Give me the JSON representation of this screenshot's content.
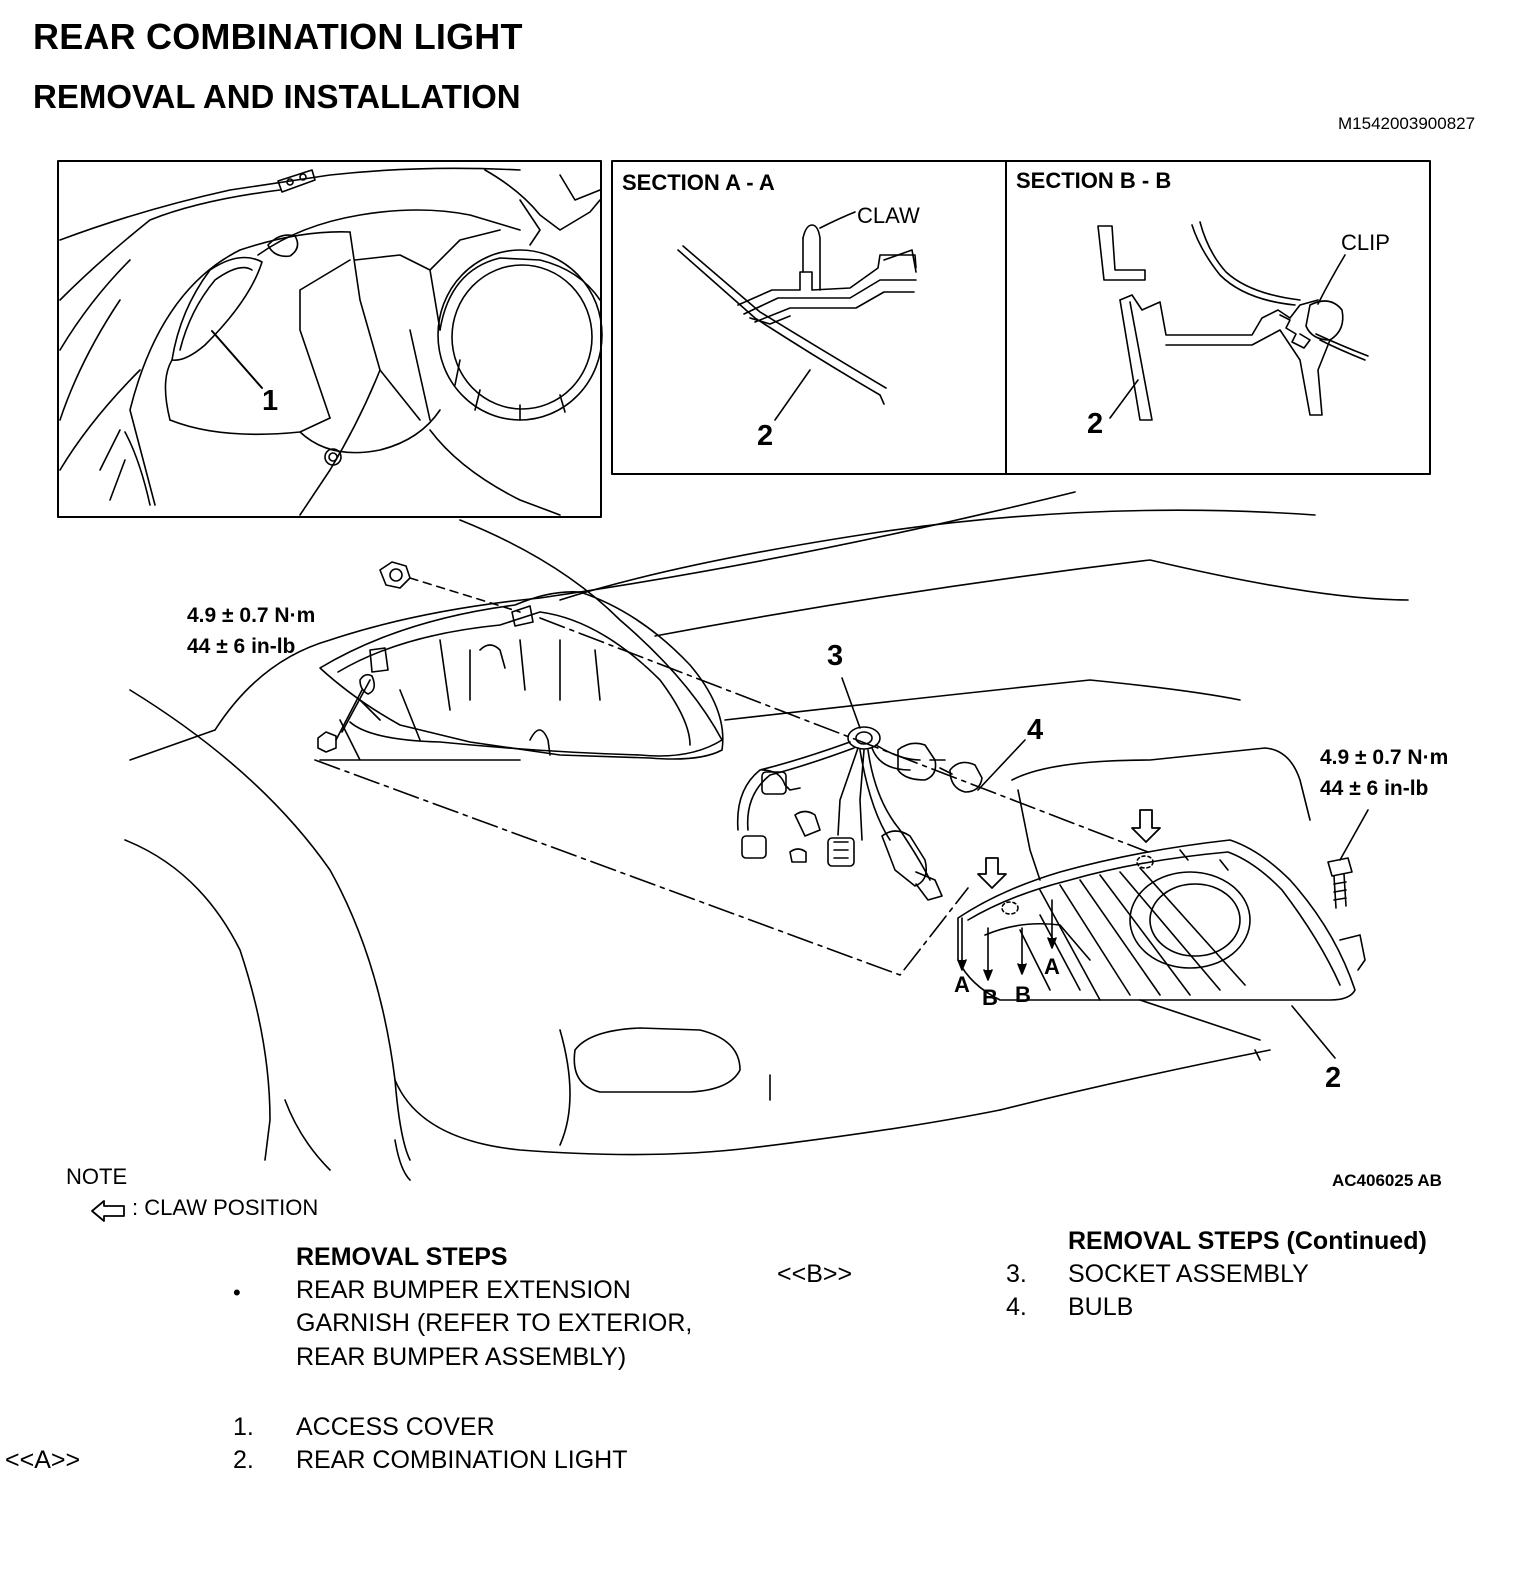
{
  "header": {
    "title": "REAR COMBINATION LIGHT",
    "subtitle": "REMOVAL AND INSTALLATION",
    "doc_id": "M1542003900827"
  },
  "inset_main": {
    "callout": "1"
  },
  "section_a": {
    "title": "SECTION A - A",
    "claw_label": "CLAW",
    "callout": "2"
  },
  "section_b": {
    "title": "SECTION B - B",
    "clip_label": "CLIP",
    "callout": "2"
  },
  "main_diagram": {
    "torque_left_1": "4.9 ± 0.7 N·m",
    "torque_left_2": "44 ± 6 in-lb",
    "torque_right_1": "4.9 ± 0.7 N·m",
    "torque_right_2": "44 ± 6 in-lb",
    "callout_3": "3",
    "callout_4": "4",
    "callout_2": "2",
    "marker_a1": "A",
    "marker_a2": "A",
    "marker_b1": "B",
    "marker_b2": "B",
    "figure_id": "AC406025 AB"
  },
  "note": {
    "heading": "NOTE",
    "claw_position": ": CLAW POSITION"
  },
  "removal_steps": {
    "heading": "REMOVAL STEPS",
    "bullet": "•",
    "pre_line_1": "REAR BUMPER EXTENSION",
    "pre_line_2": "GARNISH (REFER TO EXTERIOR,",
    "pre_line_3": "REAR BUMPER ASSEMBLY)",
    "step1_num": "1.",
    "step1_text": "ACCESS COVER",
    "step2_marker": "<<A>>",
    "step2_num": "2.",
    "step2_text": "REAR COMBINATION LIGHT"
  },
  "removal_steps_continued": {
    "marker": "<<B>>",
    "heading": "REMOVAL STEPS (Continued)",
    "step3_num": "3.",
    "step3_text": "SOCKET ASSEMBLY",
    "step4_num": "4.",
    "step4_text": "BULB"
  }
}
